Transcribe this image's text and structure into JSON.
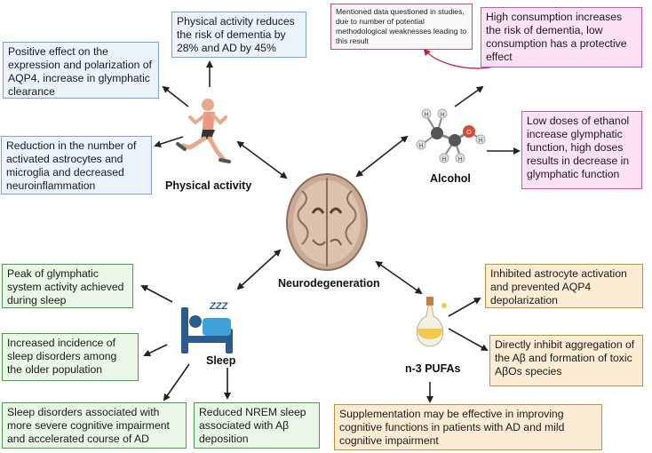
{
  "physical_activity": {
    "label": "Physical activity",
    "boxes": [
      "Physical activity reduces the risk of dementia by 28% and AD by 45%",
      "Positive effect on the expression and polarization of AQP4,  increase in glymphatic clearance",
      "Reduction in the number of activated astrocytes and microglia and decreased neuroinflammation"
    ]
  },
  "alcohol": {
    "label": "Alcohol",
    "note": "Mentioned data questioned in studies, due to number of potential methodological weaknesses leading to this result",
    "boxes": [
      "High consumption increases the risk of dementia, low consumption has a protective effect",
      "Low doses of ethanol increase glymphatic function, high doses results in decrease in glymphatic function"
    ],
    "atoms": [
      "H",
      "H",
      "H",
      "H",
      "H",
      "O",
      "H"
    ]
  },
  "center": {
    "label": "Neurodegeneration"
  },
  "sleep": {
    "label": "Sleep",
    "zzz": "ZZZ",
    "boxes": [
      "Peak of glymphatic system activity achieved during sleep",
      "Increased incidence of sleep disorders among the older population",
      "Sleep disorders associated with more severe cognitive impairment and accelerated course of AD",
      "Reduced NREM sleep associated with Aβ deposition"
    ]
  },
  "pufas": {
    "label": "n-3 PUFAs",
    "boxes": [
      "Inhibited astrocyte activation and prevented AQP4 depolarization",
      "Directly inhibit aggregation of the Aβ and formation of toxic AβOs species",
      "Supplementation may be effective in improving cognitive functions in patients with AD and mild cognitive impairment"
    ]
  },
  "colors": {
    "blue_border": "#7ba3d4",
    "pink_border": "#d74fa8",
    "green_border": "#46a04a",
    "orange_border": "#c98a3a",
    "arrow": "#222222",
    "note_arrow": "#c0233c"
  }
}
